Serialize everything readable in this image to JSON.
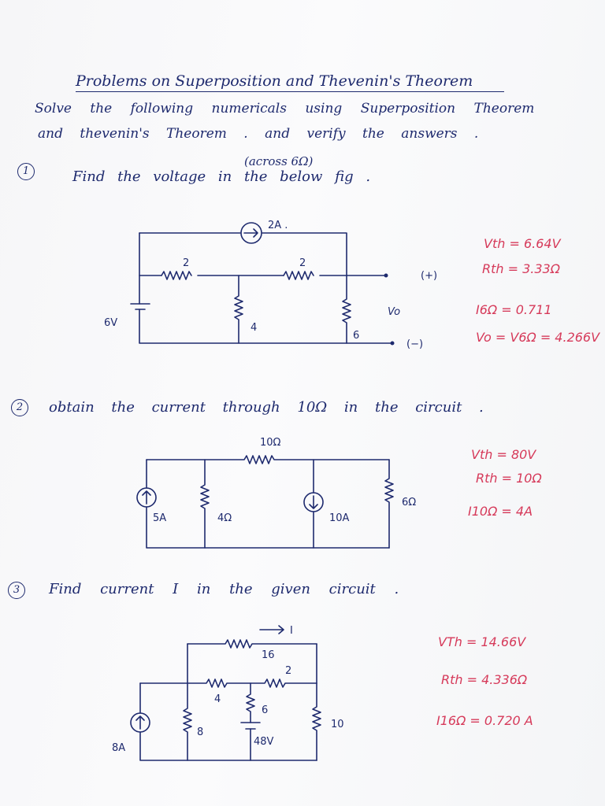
{
  "page": {
    "title": "Problems on Superposition and Thevenin's Theorem",
    "instruction_line1": "Solve the following numericals using Superposition Theorem",
    "instruction_line2": "and thevenin's Theorem . and verify the answers .",
    "colors": {
      "ink": "#1e2a6e",
      "answer_ink": "#d63a5a",
      "paper": "#f8f8fa"
    }
  },
  "problems": [
    {
      "number": "1",
      "question": "Find the voltage in the below fig .",
      "question_note": "(across 6Ω)",
      "circuit_labels": {
        "current_source": "2A .",
        "r1": "2",
        "r2": "2",
        "r3": "4",
        "r4": "6",
        "source": "6V",
        "output": "Vo",
        "plus": "(+)",
        "minus": "(−)"
      },
      "answers": [
        "Vth = 6.64V",
        "Rth = 3.33Ω",
        "I6Ω = 0.711",
        "Vo = V6Ω = 4.266V"
      ]
    },
    {
      "number": "2",
      "question": "obtain the current through 10Ω in the circuit .",
      "circuit_labels": {
        "r_top": "10Ω",
        "src_left": "5A",
        "r_left": "4Ω",
        "src_mid": "10A",
        "r_right": "6Ω"
      },
      "answers": [
        "Vth = 80V",
        "Rth = 10Ω",
        "I10Ω = 4A"
      ]
    },
    {
      "number": "3",
      "question": "Find current I in the given circuit .",
      "circuit_labels": {
        "current": "I",
        "r16": "16",
        "r4": "4",
        "r2": "2",
        "r6": "6",
        "r8": "8",
        "r10": "10",
        "src": "8A",
        "batt": "48V"
      },
      "answers": [
        "VTh = 14.66V",
        "Rth = 4.336Ω",
        "I16Ω = 0.720 A"
      ]
    }
  ]
}
